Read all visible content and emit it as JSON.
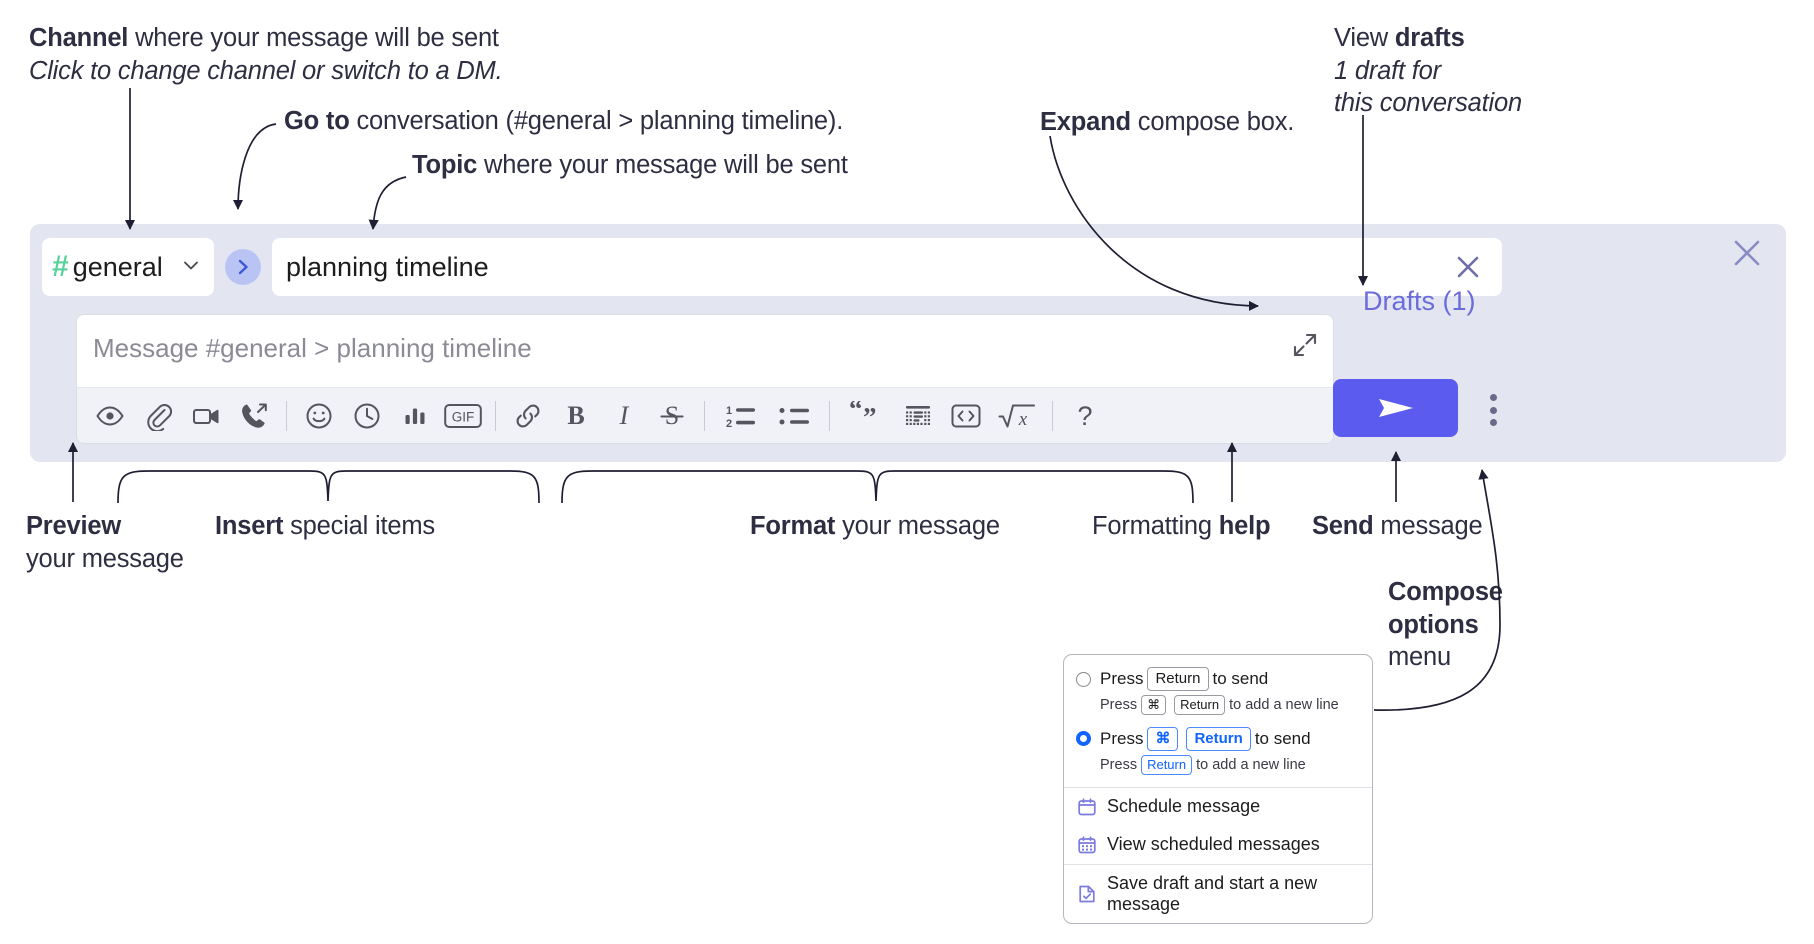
{
  "annotations": {
    "channel": {
      "bold": "Channel",
      "rest": " where your message will be sent",
      "italic": "Click to change channel or switch to a DM."
    },
    "goto": {
      "bold": "Go to",
      "rest": " conversation (#general > planning timeline)."
    },
    "topic": {
      "bold": "Topic",
      "rest": " where your message will be sent"
    },
    "expand": {
      "bold": "Expand",
      "rest": " compose box."
    },
    "drafts": {
      "plain": "View ",
      "bold": "drafts",
      "italic1": "1 draft for",
      "italic2": "this conversation"
    },
    "preview": {
      "bold": "Preview",
      "rest": "your message"
    },
    "insert": {
      "bold": "Insert",
      "rest": " special items"
    },
    "format": {
      "bold": "Format",
      "rest": " your message"
    },
    "help": {
      "plain": "Formatting ",
      "bold": "help"
    },
    "send": {
      "bold": "Send",
      "rest": " message"
    },
    "compose_options": {
      "bold1": "Compose",
      "bold2": "options",
      "rest": "menu"
    }
  },
  "compose": {
    "channel_name": "general",
    "channel_hash": "#",
    "topic_value": "planning timeline",
    "message_placeholder": "Message #general > planning timeline",
    "drafts_label": "Drafts (1)",
    "close_icon": "close-icon",
    "goto_icon": "chevron-right-icon",
    "expand_icon": "expand-icon",
    "clear_icon": "clear-topic-icon",
    "send_icon": "paper-plane-icon",
    "more_icon": "kebab-menu-icon",
    "accent_send": "#5b5bf0",
    "accent_drafts": "#6b6bdb",
    "accent_hash": "#5ad19b",
    "panel_bg": "#e3e5f1"
  },
  "toolbar": {
    "groups": [
      {
        "name": "preview",
        "items": [
          {
            "name": "preview-icon",
            "title": "Preview"
          }
        ]
      },
      {
        "name": "insert",
        "items": [
          {
            "name": "attachment-icon",
            "title": "Attach file"
          },
          {
            "name": "video-icon",
            "title": "Record video clip"
          },
          {
            "name": "audio-call-icon",
            "title": "Record audio clip"
          }
        ]
      },
      {
        "name": "insert2",
        "items": [
          {
            "name": "emoji-icon",
            "title": "Emoji"
          },
          {
            "name": "clock-icon",
            "title": "Schedule"
          },
          {
            "name": "poll-icon",
            "title": "Poll"
          },
          {
            "name": "gif-icon",
            "title": "GIF"
          }
        ]
      },
      {
        "name": "format",
        "items": [
          {
            "name": "link-icon",
            "title": "Link"
          },
          {
            "name": "bold-icon",
            "title": "Bold"
          },
          {
            "name": "italic-icon",
            "title": "Italic"
          },
          {
            "name": "strikethrough-icon",
            "title": "Strikethrough"
          }
        ]
      },
      {
        "name": "lists",
        "items": [
          {
            "name": "ordered-list-icon",
            "title": "Ordered list"
          },
          {
            "name": "bulleted-list-icon",
            "title": "Bulleted list"
          }
        ]
      },
      {
        "name": "blocks",
        "items": [
          {
            "name": "blockquote-icon",
            "title": "Blockquote"
          },
          {
            "name": "code-block-icon",
            "title": "Code block"
          },
          {
            "name": "inline-code-icon",
            "title": "Code"
          },
          {
            "name": "math-icon",
            "title": "Math"
          }
        ]
      },
      {
        "name": "help",
        "items": [
          {
            "name": "help-icon",
            "title": "Formatting help"
          }
        ]
      }
    ],
    "gif_label": "GIF",
    "bold_label": "B",
    "italic_label": "I",
    "strike_label": "S",
    "help_label": "?",
    "ol_1": "1",
    "ol_2": "2"
  },
  "options_menu": {
    "option1": {
      "pre": "Press",
      "key": "Return",
      "post": "to send",
      "sub_pre": "Press",
      "sub_key1": "⌘",
      "sub_key2": "Return",
      "sub_post": "to add a new line",
      "selected": false
    },
    "option2": {
      "pre": "Press",
      "key1": "⌘",
      "key2": "Return",
      "post": "to send",
      "sub_pre": "Press",
      "sub_key": "Return",
      "sub_post": "to add a new line",
      "selected": true
    },
    "items": [
      {
        "icon": "calendar-icon",
        "label": "Schedule message"
      },
      {
        "icon": "calendar-list-icon",
        "label": "View scheduled messages"
      },
      {
        "icon": "save-draft-icon",
        "label": "Save draft and start a new message"
      }
    ]
  }
}
